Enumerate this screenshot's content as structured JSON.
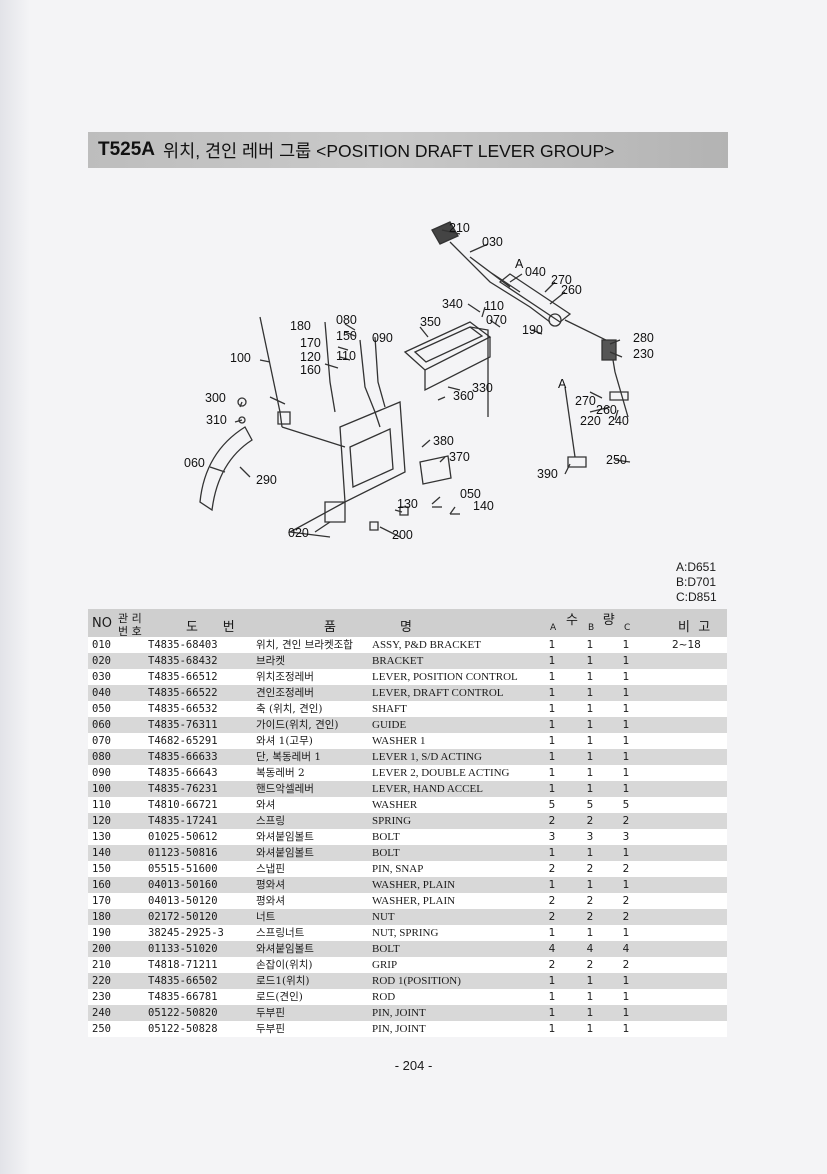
{
  "title": {
    "code": "T525A",
    "text": "위치, 견인 레버 그룹 <POSITION DRAFT LEVER GROUP>"
  },
  "diagram": {
    "labels": [
      "210",
      "030",
      "040",
      "270",
      "260",
      "340",
      "110",
      "070",
      "190",
      "280",
      "230",
      "350",
      "180",
      "080",
      "170",
      "150",
      "090",
      "120",
      "110",
      "160",
      "100",
      "330",
      "360",
      "300",
      "270",
      "260",
      "220",
      "240",
      "310",
      "380",
      "370",
      "060",
      "290",
      "250",
      "390",
      "050",
      "140",
      "130",
      "020",
      "200",
      "A",
      "A"
    ]
  },
  "models": [
    "A:D651",
    "B:D701",
    "C:D851"
  ],
  "table": {
    "headers": {
      "no": "NO",
      "mgmt1": "관 리",
      "mgmt2": "번 호",
      "drawing": "도      번",
      "name_left": "품",
      "name_right": "명",
      "qty": "수      량",
      "a": "A",
      "b": "B",
      "c": "C",
      "note": "비  고"
    },
    "rows": [
      {
        "no": "010",
        "part": "T4835-68403",
        "kor": "위치, 견인 브라켓조합",
        "eng": "ASSY, P&D BRACKET",
        "a": "1",
        "b": "1",
        "c": "1",
        "note": "2~18"
      },
      {
        "no": "020",
        "part": "T4835-68432",
        "kor": "브라켓",
        "eng": "BRACKET",
        "a": "1",
        "b": "1",
        "c": "1",
        "note": ""
      },
      {
        "no": "030",
        "part": "T4835-66512",
        "kor": "위치조정레버",
        "eng": "LEVER, POSITION CONTROL",
        "a": "1",
        "b": "1",
        "c": "1",
        "note": ""
      },
      {
        "no": "040",
        "part": "T4835-66522",
        "kor": "견인조정레버",
        "eng": "LEVER, DRAFT CONTROL",
        "a": "1",
        "b": "1",
        "c": "1",
        "note": ""
      },
      {
        "no": "050",
        "part": "T4835-66532",
        "kor": "축 (위치, 견인)",
        "eng": "SHAFT",
        "a": "1",
        "b": "1",
        "c": "1",
        "note": ""
      },
      {
        "no": "060",
        "part": "T4835-76311",
        "kor": "가이드(위치, 견인)",
        "eng": "GUIDE",
        "a": "1",
        "b": "1",
        "c": "1",
        "note": ""
      },
      {
        "no": "070",
        "part": "T4682-65291",
        "kor": "와셔 1(고무)",
        "eng": "WASHER 1",
        "a": "1",
        "b": "1",
        "c": "1",
        "note": ""
      },
      {
        "no": "080",
        "part": "T4835-66633",
        "kor": "단, 복동레버 1",
        "eng": "LEVER 1, S/D ACTING",
        "a": "1",
        "b": "1",
        "c": "1",
        "note": ""
      },
      {
        "no": "090",
        "part": "T4835-66643",
        "kor": "복동레버 2",
        "eng": "LEVER 2, DOUBLE ACTING",
        "a": "1",
        "b": "1",
        "c": "1",
        "note": ""
      },
      {
        "no": "100",
        "part": "T4835-76231",
        "kor": "핸드악셀레버",
        "eng": "LEVER, HAND ACCEL",
        "a": "1",
        "b": "1",
        "c": "1",
        "note": ""
      },
      {
        "no": "110",
        "part": "T4810-66721",
        "kor": "와셔",
        "eng": "WASHER",
        "a": "5",
        "b": "5",
        "c": "5",
        "note": ""
      },
      {
        "no": "120",
        "part": "T4835-17241",
        "kor": "스프링",
        "eng": "SPRING",
        "a": "2",
        "b": "2",
        "c": "2",
        "note": ""
      },
      {
        "no": "130",
        "part": "01025-50612",
        "kor": "와셔붙임볼트",
        "eng": "BOLT",
        "a": "3",
        "b": "3",
        "c": "3",
        "note": ""
      },
      {
        "no": "140",
        "part": "01123-50816",
        "kor": "와셔붙임볼트",
        "eng": "BOLT",
        "a": "1",
        "b": "1",
        "c": "1",
        "note": ""
      },
      {
        "no": "150",
        "part": "05515-51600",
        "kor": "스냅핀",
        "eng": "PIN, SNAP",
        "a": "2",
        "b": "2",
        "c": "2",
        "note": ""
      },
      {
        "no": "160",
        "part": "04013-50160",
        "kor": "평와셔",
        "eng": "WASHER, PLAIN",
        "a": "1",
        "b": "1",
        "c": "1",
        "note": ""
      },
      {
        "no": "170",
        "part": "04013-50120",
        "kor": "평와셔",
        "eng": "WASHER, PLAIN",
        "a": "2",
        "b": "2",
        "c": "2",
        "note": ""
      },
      {
        "no": "180",
        "part": "02172-50120",
        "kor": "너트",
        "eng": "NUT",
        "a": "2",
        "b": "2",
        "c": "2",
        "note": ""
      },
      {
        "no": "190",
        "part": "38245-2925-3",
        "kor": "스프링너트",
        "eng": "NUT, SPRING",
        "a": "1",
        "b": "1",
        "c": "1",
        "note": ""
      },
      {
        "no": "200",
        "part": "01133-51020",
        "kor": "와셔붙임볼트",
        "eng": "BOLT",
        "a": "4",
        "b": "4",
        "c": "4",
        "note": ""
      },
      {
        "no": "210",
        "part": "T4818-71211",
        "kor": "손잡이(위치)",
        "eng": "GRIP",
        "a": "2",
        "b": "2",
        "c": "2",
        "note": ""
      },
      {
        "no": "220",
        "part": "T4835-66502",
        "kor": "로드1(위치)",
        "eng": "ROD 1(POSITION)",
        "a": "1",
        "b": "1",
        "c": "1",
        "note": ""
      },
      {
        "no": "230",
        "part": "T4835-66781",
        "kor": "로드(견인)",
        "eng": "ROD",
        "a": "1",
        "b": "1",
        "c": "1",
        "note": ""
      },
      {
        "no": "240",
        "part": "05122-50820",
        "kor": "두부핀",
        "eng": "PIN, JOINT",
        "a": "1",
        "b": "1",
        "c": "1",
        "note": ""
      },
      {
        "no": "250",
        "part": "05122-50828",
        "kor": "두부핀",
        "eng": "PIN, JOINT",
        "a": "1",
        "b": "1",
        "c": "1",
        "note": ""
      }
    ]
  },
  "page_number": "- 204 -"
}
